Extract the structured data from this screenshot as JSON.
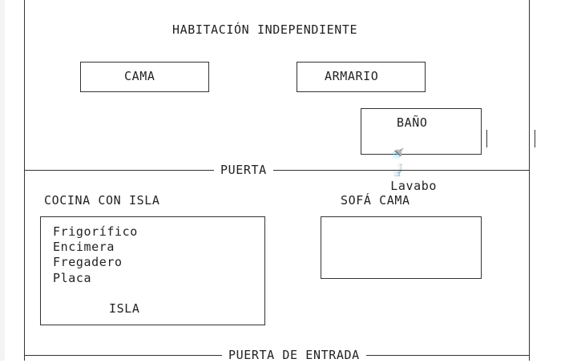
{
  "title": "HABITACIÓN INDEPENDIENTE",
  "rooms": {
    "cama": "CAMA",
    "armario": "ARMARIO",
    "bano": {
      "title": "BAÑO",
      "shower_icon": "🚿",
      "toilet_icon": "🚽",
      "sink": "Lavabo"
    }
  },
  "doors": {
    "puerta": "PUERTA",
    "entrada": "PUERTA DE ENTRADA"
  },
  "kitchen": {
    "title": "COCINA CON ISLA",
    "items": [
      "Frigorífico",
      "Encimera",
      "Fregadero",
      "Placa"
    ],
    "island": "ISLA"
  },
  "sofa": "SOFÁ CAMA"
}
